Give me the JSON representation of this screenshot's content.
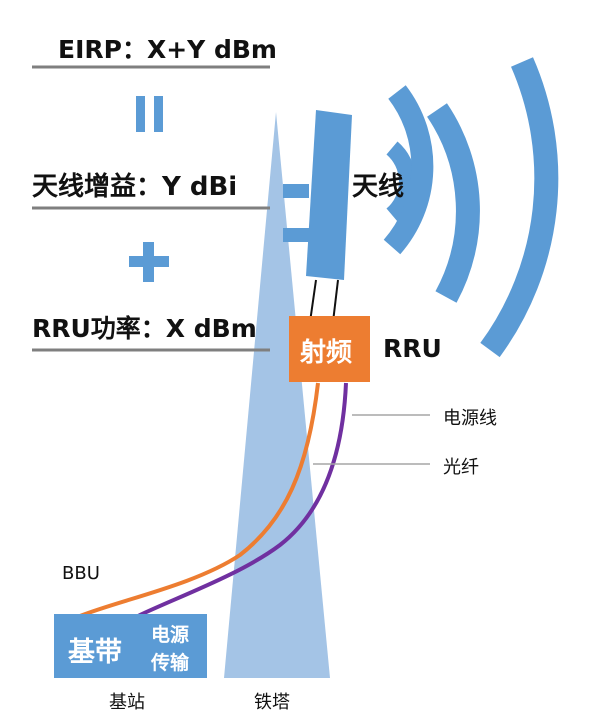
{
  "formula": {
    "eirp": "EIRP：X+Y dBm",
    "equals_sign": "=",
    "gain": "天线增益：Y dBi",
    "plus_sign": "+",
    "rru_power": "RRU功率：X dBm"
  },
  "antenna": {
    "label": "天线"
  },
  "rru": {
    "box_text": "射频",
    "label": "RRU"
  },
  "cables": {
    "power": "电源线",
    "fiber": "光纤"
  },
  "baseband": {
    "bbu_label": "BBU",
    "box_main": "基带",
    "box_sub_1": "电源",
    "box_sub_2": "传输",
    "site_label": "基站"
  },
  "tower": {
    "label": "铁塔"
  },
  "colors": {
    "blue": "#5b9bd5",
    "tower": "#a4c4e6",
    "orange": "#ed7d31",
    "purple": "#7030a0",
    "rule": "#7f7f7f"
  }
}
